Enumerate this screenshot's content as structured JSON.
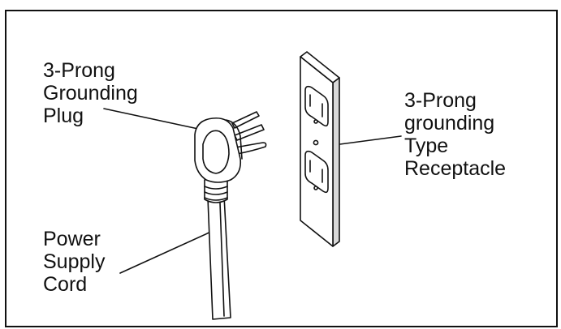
{
  "labels": {
    "plug": [
      "3-Prong",
      "Grounding",
      "Plug"
    ],
    "receptacle": [
      "3-Prong",
      "grounding",
      "Type",
      "Receptacle"
    ],
    "cord": [
      "Power",
      "Supply",
      "Cord"
    ]
  },
  "colors": {
    "ink": "#111111",
    "paper": "#ffffff",
    "shade": "#d9d9d9"
  }
}
